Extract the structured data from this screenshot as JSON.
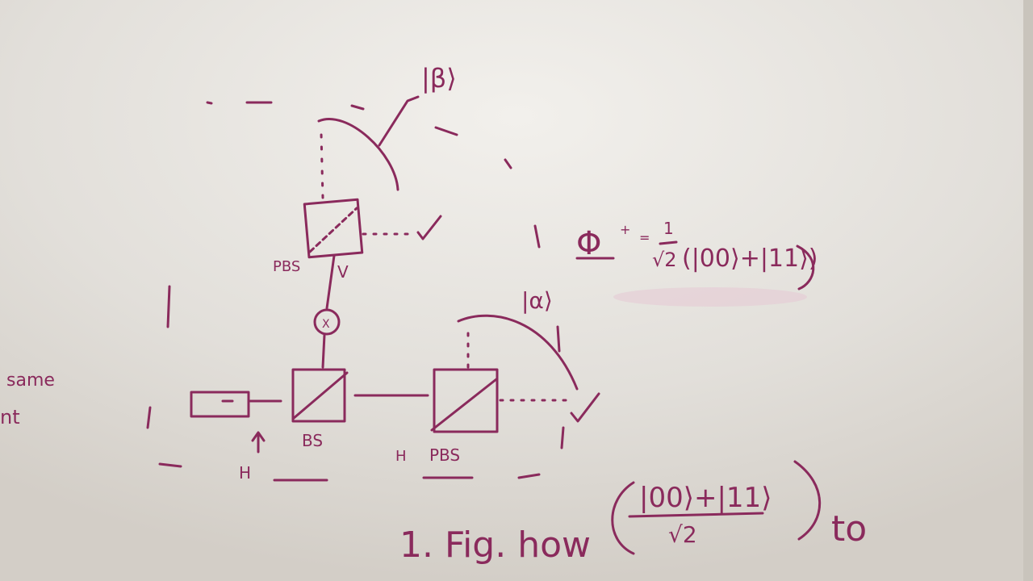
{
  "board": {
    "ink_color": "#8a2a5c",
    "background_color": "#dcd8d2"
  },
  "labels": {
    "ket_beta": "|β⟩",
    "ket_alpha": "|α⟩",
    "pbs_top": "PBS",
    "v_top_right": "V",
    "v_top_below": "V",
    "x_circle": "X",
    "bs": "BS",
    "pbs_bottom": "PBS",
    "h_left": "H",
    "h_mid": "H",
    "v_bottom_right": "V",
    "left_word_1": "same",
    "left_word_2": "nt"
  },
  "equation": {
    "phi_symbol": "Φ",
    "phi_sup": "+",
    "equals": "=",
    "fraction_num": "1",
    "fraction_den": "√2",
    "state": "(|00⟩+|11⟩)"
  },
  "question": {
    "text": "1. Fig. how",
    "numerator": "|00⟩+|11⟩",
    "denominator": "√2",
    "tail": "to"
  }
}
